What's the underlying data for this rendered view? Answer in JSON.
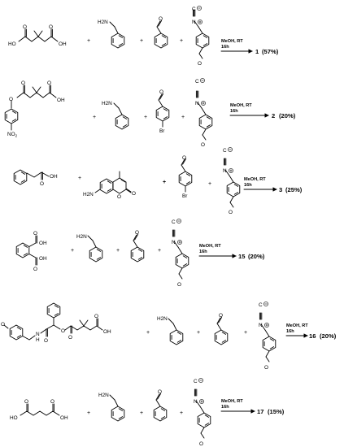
{
  "plus_sign": "+",
  "atoms": {
    "HO": "HO",
    "OH": "OH",
    "O": "O",
    "N": "N",
    "C": "C",
    "H2N": "H2N",
    "NO2": "NO",
    "NO2_sub": "2",
    "Br": "Br",
    "NH": "N",
    "H": "H"
  },
  "conditions": {
    "line1": "MeOH, RT",
    "line2": "16h"
  },
  "reactions": [
    {
      "id": "r1",
      "product": "1",
      "yield": "(57%)"
    },
    {
      "id": "r2",
      "product": "2",
      "yield": "(20%)"
    },
    {
      "id": "r3",
      "product": "3",
      "yield": "(25%)"
    },
    {
      "id": "r4",
      "product": "15",
      "yield": "(20%)"
    },
    {
      "id": "r5",
      "product": "16",
      "yield": "(20%)"
    },
    {
      "id": "r6",
      "product": "17",
      "yield": "(15%)"
    }
  ]
}
